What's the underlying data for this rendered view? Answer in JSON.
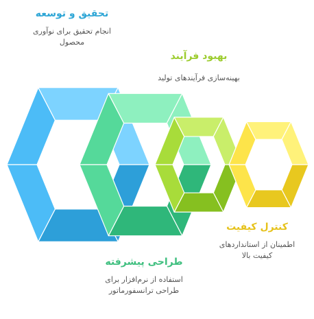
{
  "stages": [
    {
      "key": "research",
      "title": "تحقیق و توسعه",
      "description_lines": [
        "انجام تحقیق برای نوآوری",
        "محصول"
      ],
      "color": "#2ea6d6",
      "fill_light": "#7dd3ff",
      "fill_mid": "#4cbcf7",
      "fill_dark": "#2d9fd9"
    },
    {
      "key": "advanced-design",
      "title": "طراحی پیشرفته",
      "description_lines": [
        "استفاده از نرم‌افزار برای",
        "طراحی ترانسفورماتور"
      ],
      "color": "#3fbf7f",
      "fill_light": "#8ef0bf",
      "fill_mid": "#55d99a",
      "fill_dark": "#2fb77a"
    },
    {
      "key": "process-improvement",
      "title": "بهبود فرآیند",
      "description_lines": [
        "بهینه‌سازی فرآیندهای تولید"
      ],
      "color": "#9ccc2e",
      "fill_light": "#c9ee6a",
      "fill_mid": "#a8dc3a",
      "fill_dark": "#86c020"
    },
    {
      "key": "quality-control",
      "title": "کنترل کیفیت",
      "description_lines": [
        "اطمینان از استانداردهای",
        "کیفیت بالا"
      ],
      "color": "#e6c21a",
      "fill_light": "#fff27a",
      "fill_mid": "#fde44a",
      "fill_dark": "#e8c81f"
    }
  ]
}
